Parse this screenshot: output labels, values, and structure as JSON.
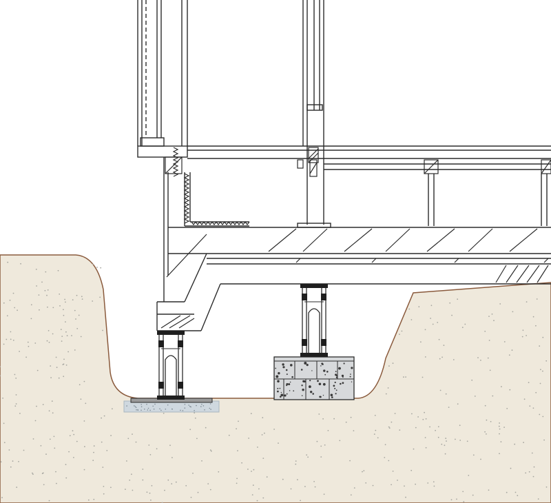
{
  "diagram": {
    "colors": {
      "background": "#ffffff",
      "ground_fill": "#efe9dc",
      "ground_edge": "#8a5a3c",
      "ground_dots": "#a6a6a0",
      "stroke": "#2b2b2b",
      "concrete": "#d7d9db",
      "concrete_dots": "#3a3a3a",
      "plate": "#cfd8df",
      "steel_dark": "#1e1e1e"
    },
    "components": {
      "ground": "soil-ground",
      "left_footing": "concrete-footing-plate",
      "right_footing": "concrete-block-footing",
      "left_post": "adjustable-steel-post",
      "right_post": "adjustable-steel-post",
      "floor_beam": "floor-framing-beam",
      "wall": "exterior-wall-section",
      "column": "interior-column"
    }
  }
}
